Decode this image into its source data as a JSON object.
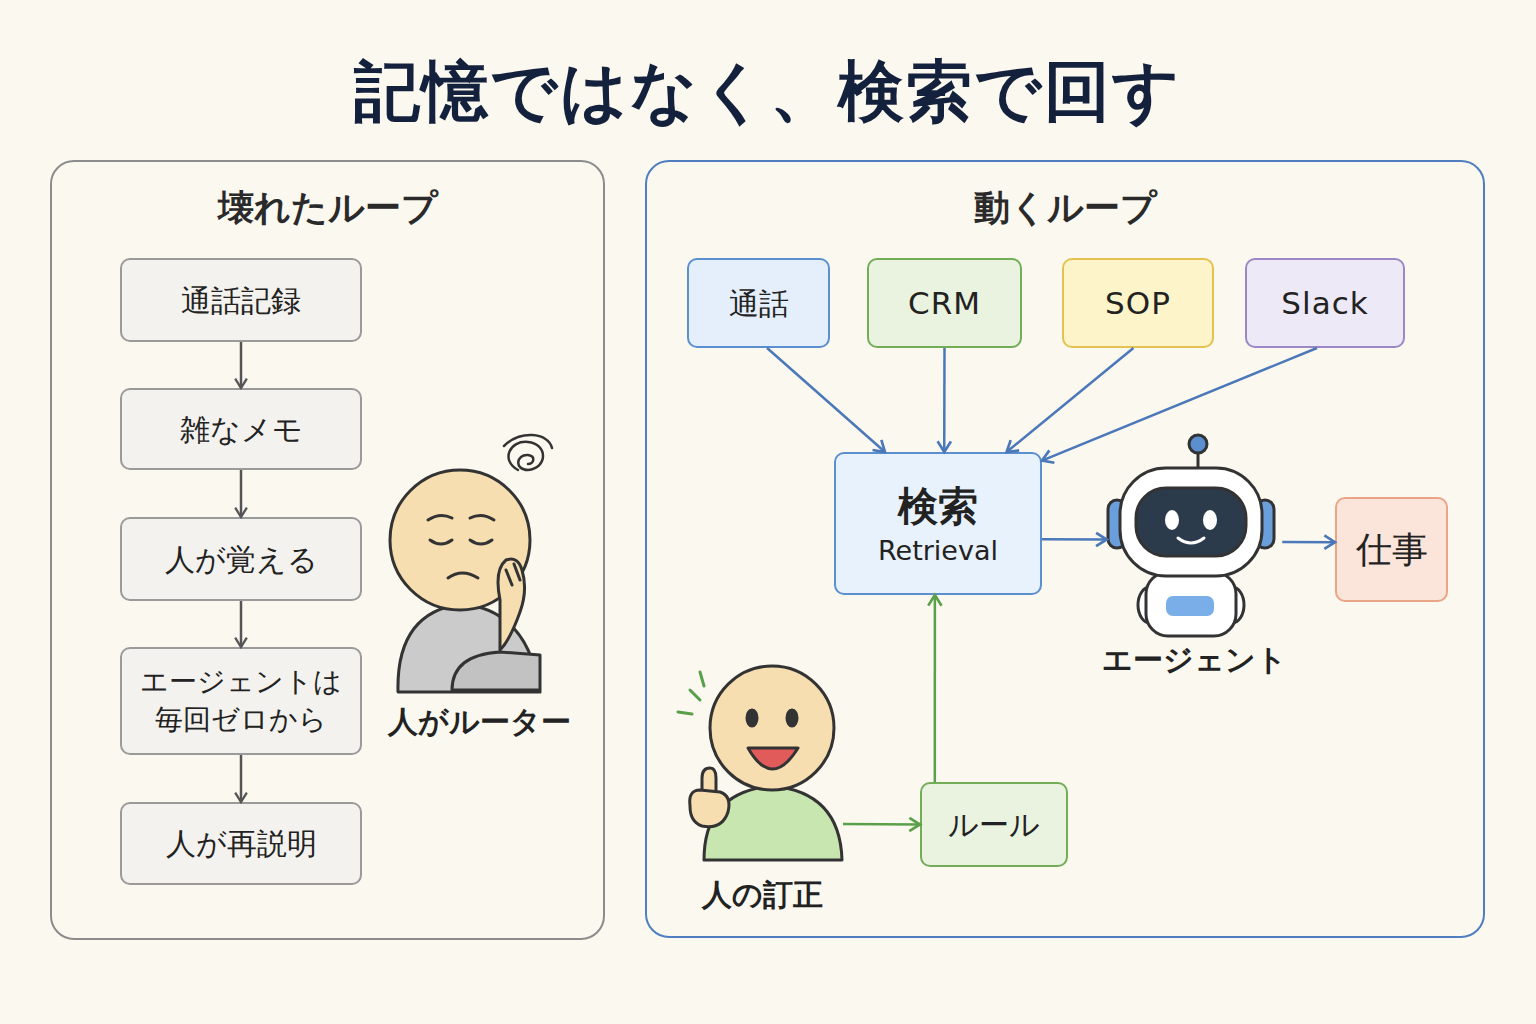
{
  "diagram": {
    "title": "記憶ではなく、検索で回す",
    "nodes": [
      {
        "text": [
          "壊れたループ"
        ]
      },
      {
        "text": [
          "通話記録"
        ],
        "in": 0
      },
      {
        "text": [
          "雑なメモ"
        ],
        "in": 0
      },
      {
        "text": [
          "人が覚える"
        ],
        "in": 0
      },
      {
        "text": [
          "エージェントは 毎回ゼロから"
        ],
        "in": 0
      },
      {
        "text": [
          "人が再説明"
        ],
        "in": 0
      },
      {
        "text": [
          "人がルーター"
        ],
        "in": 0
      },
      {
        "text": [
          "動くループ"
        ]
      },
      {
        "text": [
          "通話"
        ],
        "in": 7
      },
      {
        "text": [
          "CRM"
        ],
        "in": 7
      },
      {
        "text": [
          "SOP"
        ],
        "in": 7
      },
      {
        "text": [
          "Slack"
        ],
        "in": 7
      },
      {
        "text": [
          "検索",
          "Retrieval"
        ],
        "in": 7
      },
      {
        "text": [
          "エージェント"
        ],
        "in": 7
      },
      {
        "text": [
          "仕事"
        ],
        "in": 7
      },
      {
        "text": [
          "人の訂正"
        ],
        "in": 7
      },
      {
        "text": [
          "ルール"
        ],
        "in": 7
      }
    ],
    "edges": [
      {
        "from": 1,
        "to": 2,
        "arrow": "to"
      },
      {
        "from": 2,
        "to": 3,
        "arrow": "to"
      },
      {
        "from": 3,
        "to": 4,
        "arrow": "to"
      },
      {
        "from": 4,
        "to": 5,
        "arrow": "to"
      },
      {
        "from": 8,
        "to": 12,
        "arrow": "to"
      },
      {
        "from": 9,
        "to": 12,
        "arrow": "to"
      },
      {
        "from": 10,
        "to": 12,
        "arrow": "to"
      },
      {
        "from": 11,
        "to": 12,
        "arrow": "to"
      },
      {
        "from": 12,
        "to": 13,
        "arrow": "to"
      },
      {
        "from": 13,
        "to": 14,
        "arrow": "to"
      },
      {
        "from": 15,
        "to": 16,
        "arrow": "to"
      },
      {
        "from": 16,
        "to": 12,
        "arrow": "to"
      }
    ]
  }
}
